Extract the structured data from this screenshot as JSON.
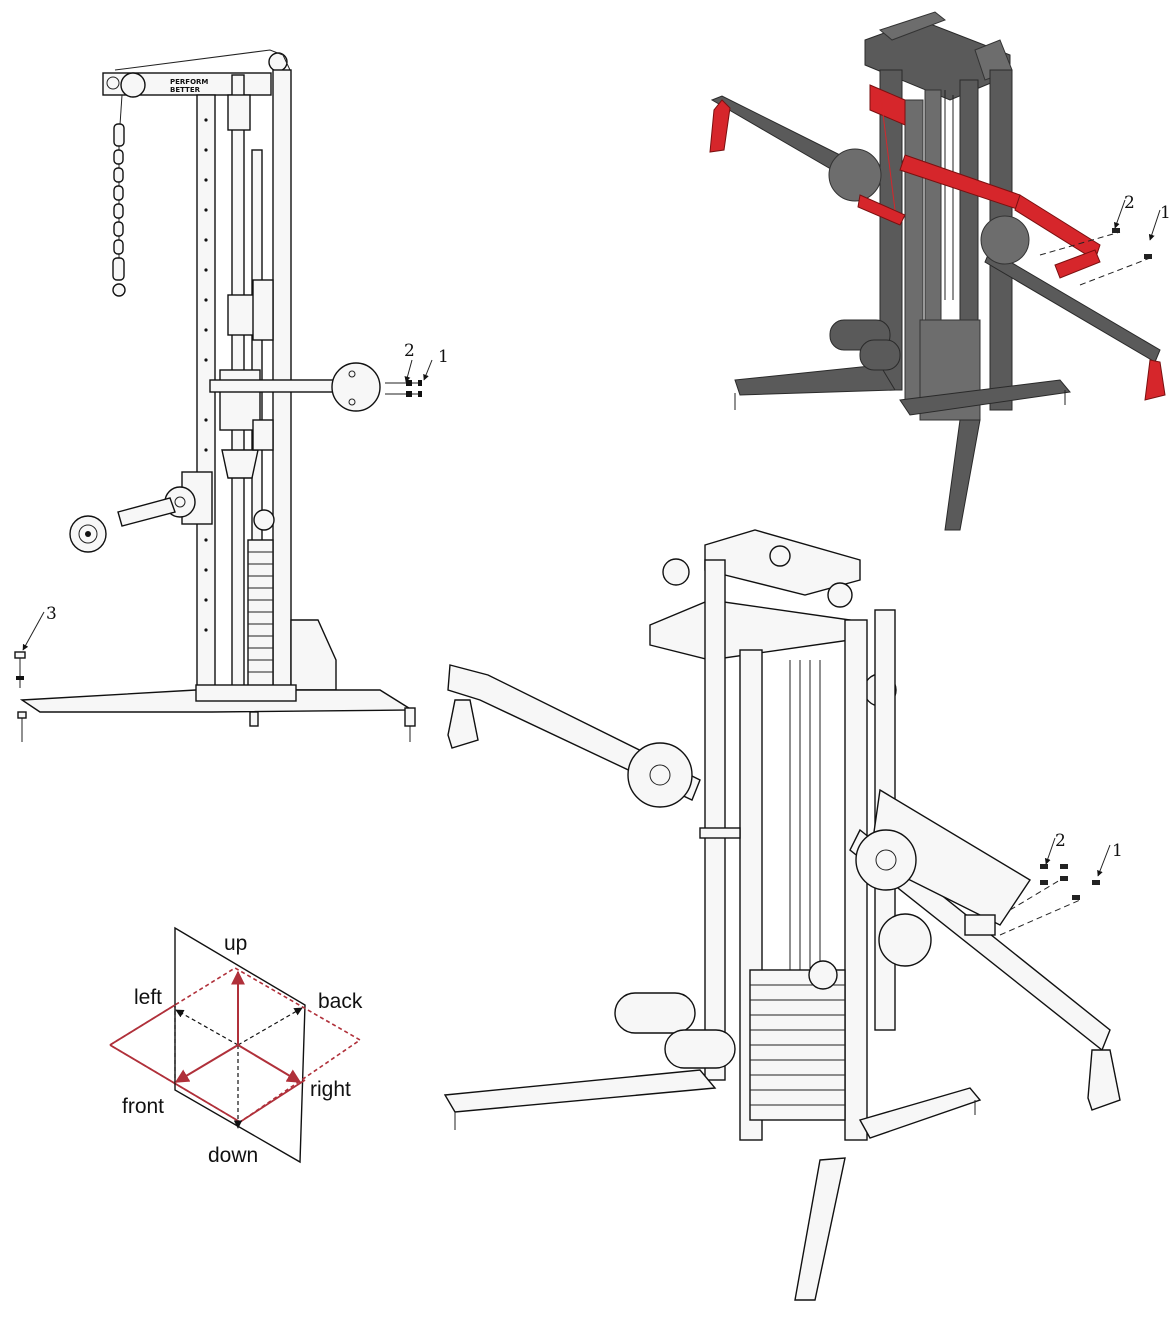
{
  "callouts": {
    "side_view": {
      "c1": "1",
      "c2": "2",
      "c3": "3"
    },
    "red_view": {
      "c1": "1",
      "c2": "2"
    },
    "iso_view": {
      "c1": "1",
      "c2": "2"
    }
  },
  "brand_plate": {
    "line1": "PERFORM",
    "line2": "BETTER"
  },
  "direction_key": {
    "up": "up",
    "down": "down",
    "left": "left",
    "right": "right",
    "front": "front",
    "back": "back"
  },
  "colors": {
    "highlight": "#d6262b",
    "axis_red": "#b0303a",
    "body_gray": "#5a5a5a"
  }
}
